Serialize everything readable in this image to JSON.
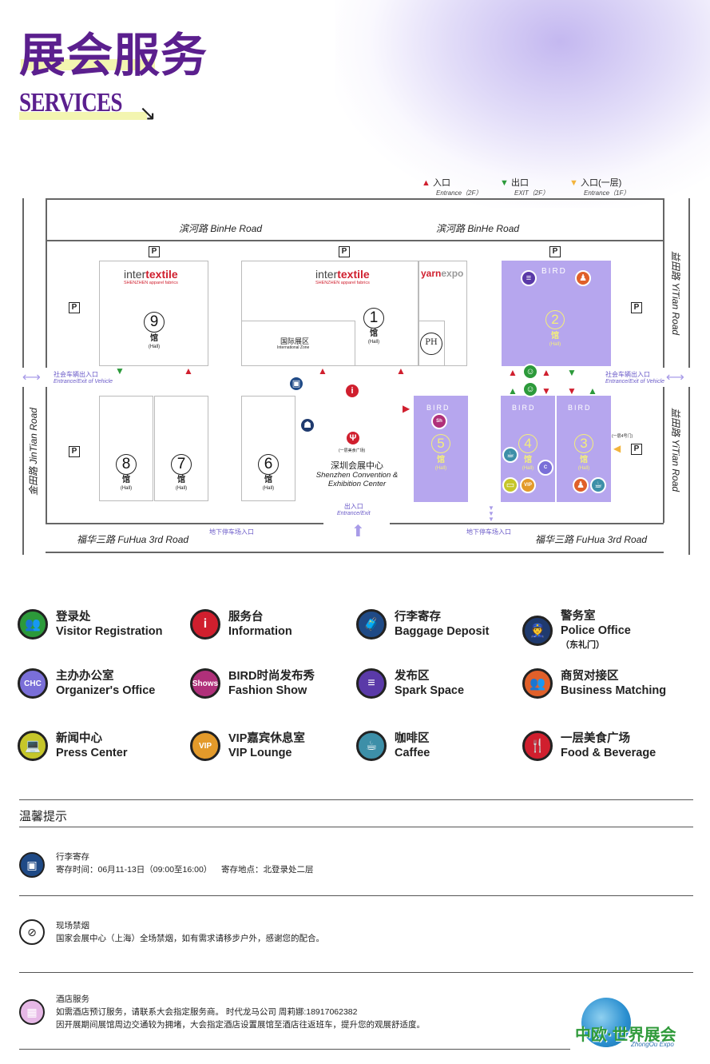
{
  "header": {
    "title_cn": "展会服务",
    "title_en": "SERVICES",
    "arrow": "↘"
  },
  "map_legend": [
    {
      "icon": "red-up-arrow-icon",
      "cn": "入口",
      "en": "Entrance（2F）",
      "color": "#d01f2e"
    },
    {
      "icon": "green-down-arrow-icon",
      "cn": "出口",
      "en": "EXIT（2F）",
      "color": "#2c9a3a"
    },
    {
      "icon": "yellow-down-arrow-icon",
      "cn": "入口(一层)",
      "en": "Entrance（1F）",
      "color": "#f3b43c"
    }
  ],
  "map": {
    "roads": {
      "binhe_left": "滨河路 BinHe Road",
      "binhe_right": "滨河路 BinHe Road",
      "fuhua_left": "福华三路 FuHua 3rd Road",
      "fuhua_right": "福华三路 FuHua 3rd Road",
      "yitian_top": "益田路 YiTian Road",
      "yitian_bottom": "益田路 YiTian Road",
      "jintian": "金田路 JinTian Road"
    },
    "parking": "P",
    "vehicle_cn": "社会车辆出入口",
    "vehicle_en": "Entrance/Exit of Vehicle",
    "underground_left": "地下停车场入口",
    "underground_right": "地下停车场入口",
    "main_entrance_cn": "出入口",
    "main_entrance_en": "Entrance/Exit",
    "center_cn": "深圳会展中心",
    "center_en1": "Shenzhen Convention &",
    "center_en2": "Exhibition Center",
    "food_plaza": "(一层美食广场)",
    "east_gate": "(一层4号门)",
    "intl_zone_cn": "国际展区",
    "intl_zone_en": "International Zone",
    "hall_word": "馆",
    "hall_en": "(Hall)",
    "halls": [
      "9",
      "1",
      "2",
      "8",
      "7",
      "6",
      "5",
      "4",
      "3"
    ],
    "brands": {
      "intertextile_a": "inter",
      "intertextile_b": "textile",
      "intertextile_sub": "SHENZHEN apparel fabrics",
      "yarn_a": "yarn",
      "yarn_b": "expo",
      "bird": "BIRD",
      "ph": "PH"
    }
  },
  "services": [
    {
      "cn": "登录处",
      "en": "Visitor Registration",
      "icon": "registration-icon",
      "color": "#2c9a3a",
      "glyph": "👥"
    },
    {
      "cn": "服务台",
      "en": "Information",
      "icon": "information-icon",
      "color": "#d01f2e",
      "glyph": "i"
    },
    {
      "cn": "行李寄存",
      "en": "Baggage Deposit",
      "icon": "baggage-icon",
      "color": "#1f4a86",
      "glyph": "🧳"
    },
    {
      "cn": "警务室",
      "en": "Police Office",
      "extra": "（东礼门）",
      "icon": "police-icon",
      "color": "#1f3a6e",
      "glyph": "👮"
    },
    {
      "cn": "主办办公室",
      "en": "Organizer's Office",
      "icon": "organizer-office-icon",
      "color": "#7a6fd8",
      "glyph": "CHC"
    },
    {
      "cn": "BIRD时尚发布秀",
      "en": "Fashion Show",
      "icon": "fashion-show-icon",
      "color": "#b0307a",
      "glyph": "Shows"
    },
    {
      "cn": "发布区",
      "en": "Spark Space",
      "icon": "spark-space-icon",
      "color": "#5a3aa8",
      "glyph": "≡"
    },
    {
      "cn": "商贸对接区",
      "en": "Business Matching",
      "icon": "business-matching-icon",
      "color": "#e0602a",
      "glyph": "👥"
    },
    {
      "cn": "新闻中心",
      "en": "Press Center",
      "icon": "press-center-icon",
      "color": "#c6c62a",
      "glyph": "💻"
    },
    {
      "cn": "VIP嘉宾休息室",
      "en": "VIP Lounge",
      "icon": "vip-lounge-icon",
      "color": "#e39a2a",
      "glyph": "VIP"
    },
    {
      "cn": "咖啡区",
      "en": "Caffee",
      "icon": "coffee-icon",
      "color": "#3d8fa8",
      "glyph": "☕"
    },
    {
      "cn": "一层美食广场",
      "en": "Food & Beverage",
      "icon": "food-icon",
      "color": "#d01f2e",
      "glyph": "🍴"
    }
  ],
  "tips": {
    "title": "温馨提示",
    "baggage_title": "行李寄存",
    "baggage_text": "寄存时间：06月11-13日（09:00至16:00）    寄存地点：北登录处二层",
    "smoking_title": "现场禁烟",
    "smoking_text": "国家会展中心（上海）全场禁烟，如有需求请移步户外，感谢您的配合。",
    "hotel_title": "酒店服务",
    "hotel_text1": "如需酒店预订服务，请联系大会指定服务商。 时代龙马公司 周莉娜:18917062382",
    "hotel_text2": "因开展期间展馆周边交通较为拥堵，大会指定酒店设置展馆至酒店往返班车，提升您的观展舒适度。"
  },
  "logo": {
    "cn": "中欧·世界展会",
    "en": "ZhongOu Expo"
  }
}
